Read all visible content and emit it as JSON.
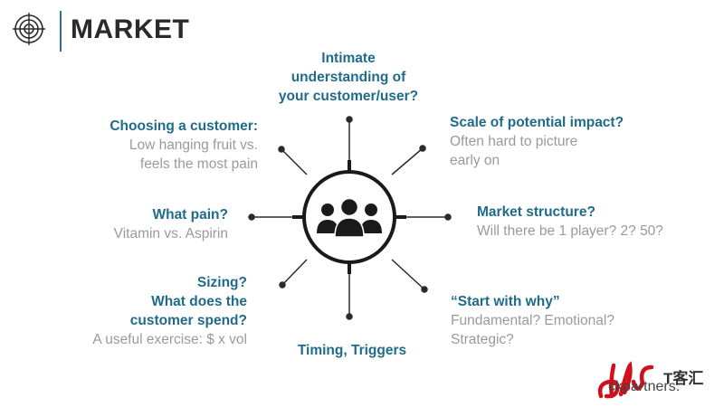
{
  "header": {
    "title": "MARKET"
  },
  "center": {
    "icon": "group-of-people-icon"
  },
  "nodes": [
    {
      "id": "top",
      "heading": [
        "Intimate",
        "understanding of",
        "your customer/user?"
      ],
      "sub": []
    },
    {
      "id": "top-left",
      "heading": [
        "Choosing a customer:"
      ],
      "sub": [
        "Low hanging fruit vs.",
        "feels the most pain"
      ]
    },
    {
      "id": "top-right",
      "heading": [
        "Scale of potential impact?"
      ],
      "sub": [
        "Often hard to picture",
        "early on"
      ]
    },
    {
      "id": "left",
      "heading": [
        "What pain?"
      ],
      "sub": [
        "Vitamin vs. Aspirin"
      ]
    },
    {
      "id": "right",
      "heading": [
        "Market structure?"
      ],
      "sub": [
        "Will there be 1 player? 2? 50?"
      ]
    },
    {
      "id": "bottom-left",
      "heading": [
        "Sizing?",
        "What does the",
        "customer spend?"
      ],
      "sub": [
        "A useful exercise: $ x vol"
      ]
    },
    {
      "id": "bottom",
      "heading": [
        "Timing, Triggers"
      ],
      "sub": []
    },
    {
      "id": "bottom-right",
      "heading": [
        "“Start with why”"
      ],
      "sub": [
        "Fundamental? Emotional?",
        "Strategic?"
      ]
    }
  ],
  "brand": {
    "text": "ckpartners.",
    "cjk": "T客汇"
  },
  "colors": {
    "heading": "#1f6b8a",
    "sub": "#9a9a9a",
    "line": "#2a2a2a",
    "accent_logo": "#d0101b"
  }
}
